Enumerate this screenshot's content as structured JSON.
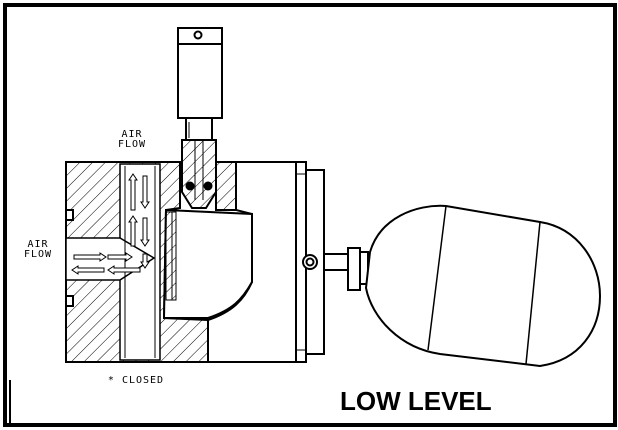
{
  "diagram": {
    "title": "LOW LEVEL",
    "labels": {
      "air_flow_top_line1": "AIR",
      "air_flow_top_line2": "FLOW",
      "air_flow_left_line1": "AIR",
      "air_flow_left_line2": "FLOW",
      "closed_note": "* CLOSED"
    }
  }
}
